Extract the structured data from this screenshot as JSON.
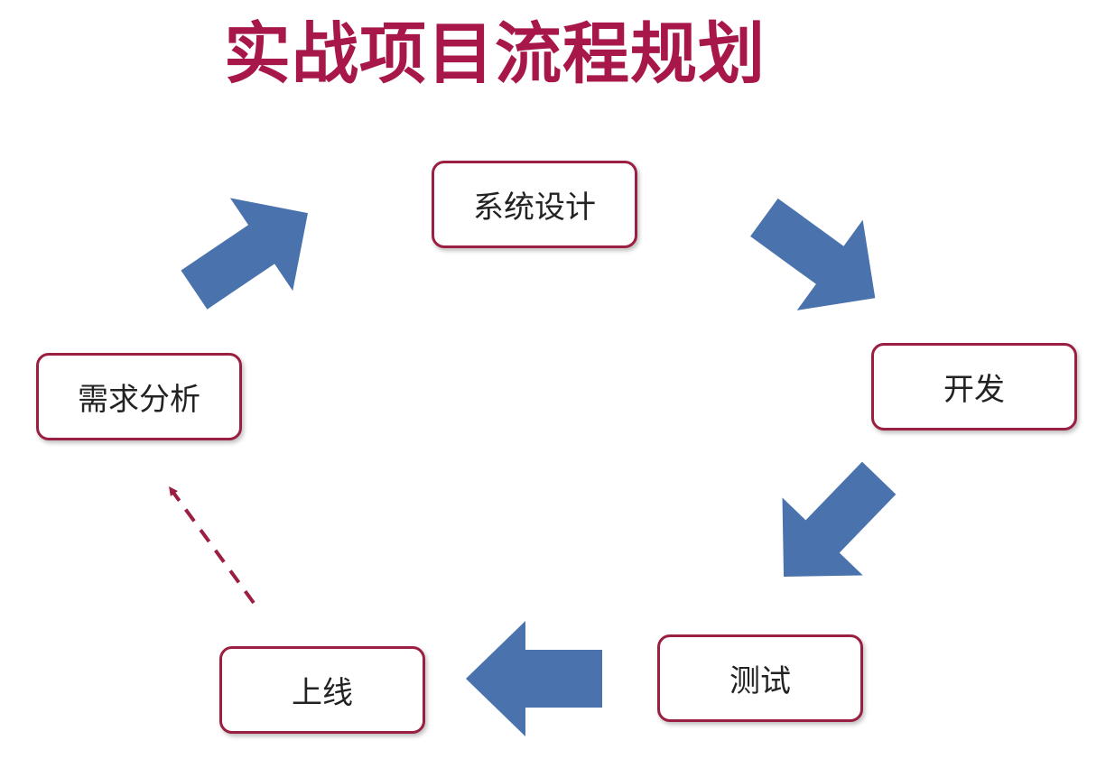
{
  "title": "实战项目流程规划",
  "colors": {
    "title": "#a8174a",
    "node_border": "#9a1f40",
    "arrow_fill": "#4a73ad",
    "return_arrow": "#9a1f40"
  },
  "steps": [
    {
      "id": "design",
      "label": "系统设计"
    },
    {
      "id": "dev",
      "label": "开发"
    },
    {
      "id": "test",
      "label": "测试"
    },
    {
      "id": "launch",
      "label": "上线"
    },
    {
      "id": "requirements",
      "label": "需求分析"
    }
  ],
  "edges": [
    {
      "from": "需求分析",
      "to": "系统设计",
      "style": "solid-block"
    },
    {
      "from": "系统设计",
      "to": "开发",
      "style": "solid-block"
    },
    {
      "from": "开发",
      "to": "测试",
      "style": "solid-block"
    },
    {
      "from": "测试",
      "to": "上线",
      "style": "solid-block"
    },
    {
      "from": "上线",
      "to": "需求分析",
      "style": "dashed"
    }
  ]
}
